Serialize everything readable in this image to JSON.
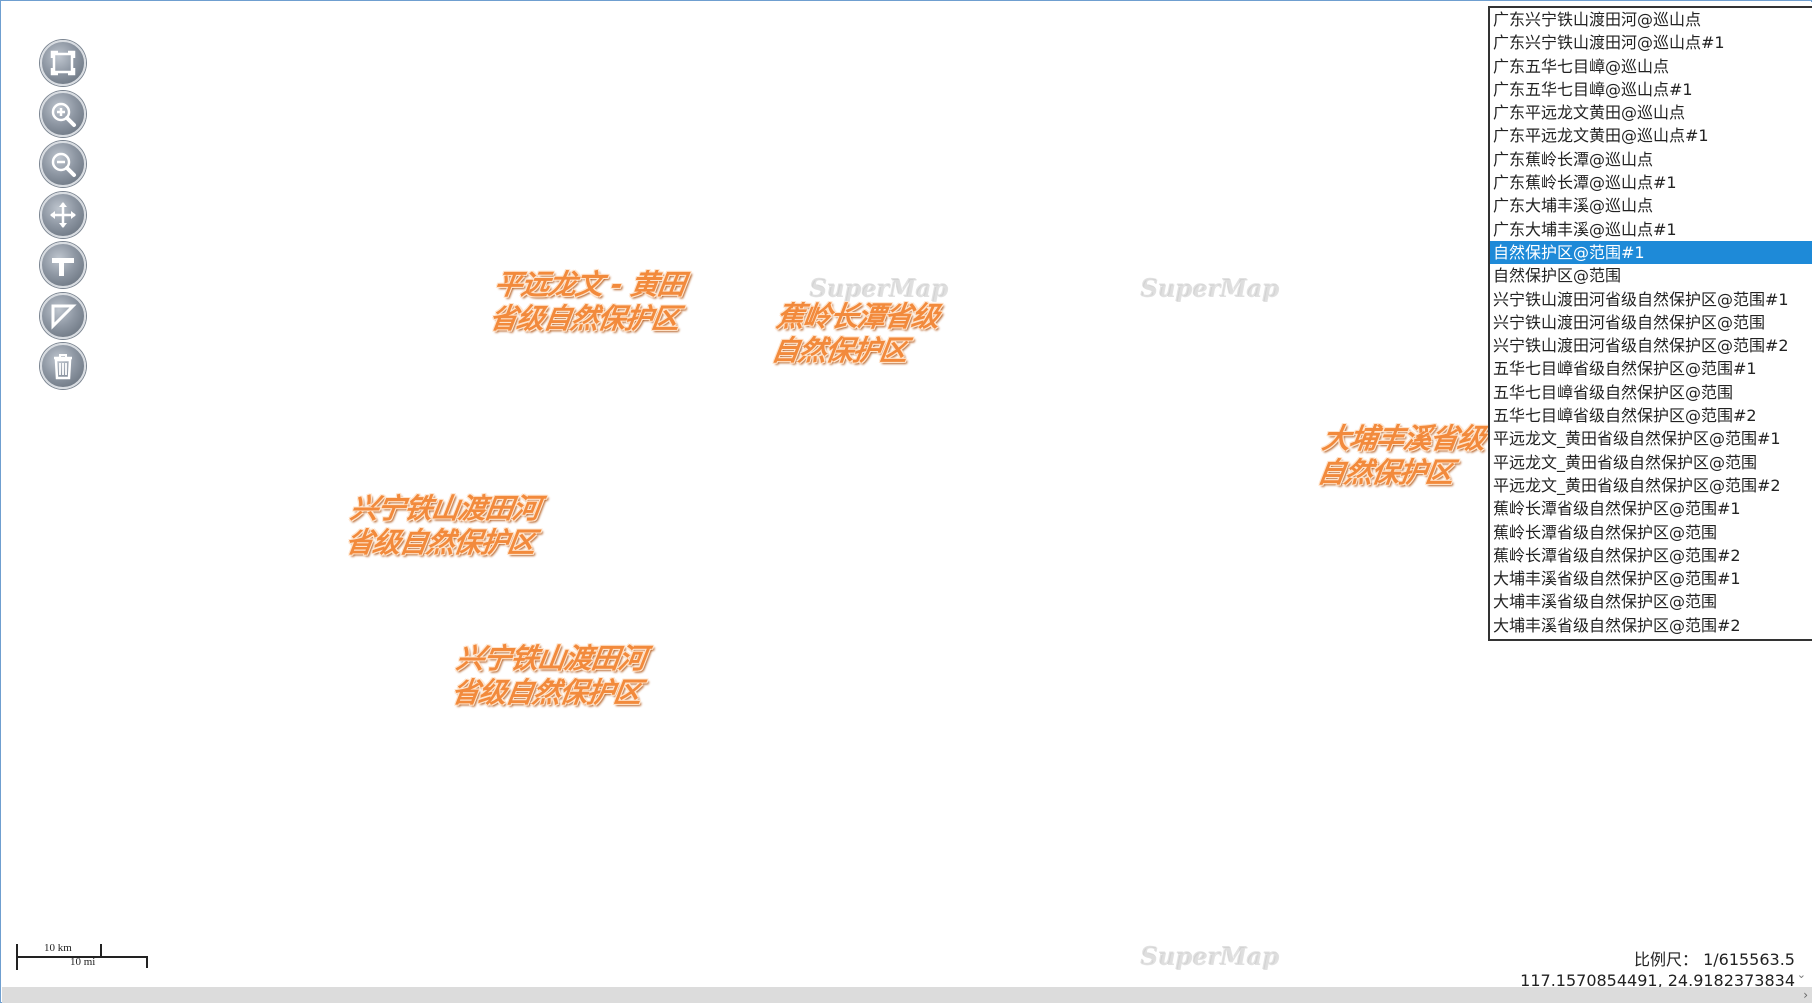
{
  "toolbar": {
    "buttons": [
      {
        "name": "fullscreen-button",
        "icon": "fullscreen-icon"
      },
      {
        "name": "zoom-in-button",
        "icon": "zoom-in-icon"
      },
      {
        "name": "zoom-out-button",
        "icon": "zoom-out-icon"
      },
      {
        "name": "pan-button",
        "icon": "pan-icon"
      },
      {
        "name": "measure-distance-button",
        "icon": "ruler-icon"
      },
      {
        "name": "measure-area-button",
        "icon": "area-icon"
      },
      {
        "name": "clear-button",
        "icon": "trash-icon"
      }
    ]
  },
  "map_labels": [
    {
      "line1": "平远龙文 - 黄田",
      "line2": "省级自然保护区"
    },
    {
      "line1": "蕉岭长潭省级",
      "line2": "自然保护区"
    },
    {
      "line1": "大埔丰溪省级",
      "line2": "自然保护区"
    },
    {
      "line1": "兴宁铁山渡田河",
      "line2": "省级自然保护区"
    },
    {
      "line1": "兴宁铁山渡田河",
      "line2": "省级自然保护区"
    }
  ],
  "watermarks": {
    "text": "SuperMap"
  },
  "layer_list": {
    "items": [
      "广东兴宁铁山渡田河@巡山点",
      "广东兴宁铁山渡田河@巡山点#1",
      "广东五华七目嶂@巡山点",
      "广东五华七目嶂@巡山点#1",
      "广东平远龙文黄田@巡山点",
      "广东平远龙文黄田@巡山点#1",
      "广东蕉岭长潭@巡山点",
      "广东蕉岭长潭@巡山点#1",
      "广东大埔丰溪@巡山点",
      "广东大埔丰溪@巡山点#1",
      "自然保护区@范围#1",
      "自然保护区@范围",
      "兴宁铁山渡田河省级自然保护区@范围#1",
      "兴宁铁山渡田河省级自然保护区@范围",
      "兴宁铁山渡田河省级自然保护区@范围#2",
      "五华七目嶂省级自然保护区@范围#1",
      "五华七目嶂省级自然保护区@范围",
      "五华七目嶂省级自然保护区@范围#2",
      "平远龙文_黄田省级自然保护区@范围#1",
      "平远龙文_黄田省级自然保护区@范围",
      "平远龙文_黄田省级自然保护区@范围#2",
      "蕉岭长潭省级自然保护区@范围#1",
      "蕉岭长潭省级自然保护区@范围",
      "蕉岭长潭省级自然保护区@范围#2",
      "大埔丰溪省级自然保护区@范围#1",
      "大埔丰溪省级自然保护区@范围",
      "大埔丰溪省级自然保护区@范围#2"
    ],
    "selected": "自然保护区@范围#1"
  },
  "scalebar": {
    "km_label": "10 km",
    "mi_label": "10 mi"
  },
  "status": {
    "scale": "比例尺：  1/615563.5",
    "coordinates": "117.1570854491, 24.9182373834"
  },
  "colors": {
    "label": "#f28a3c",
    "selected": "#1e8ad8",
    "border": "#6f9fd0"
  }
}
